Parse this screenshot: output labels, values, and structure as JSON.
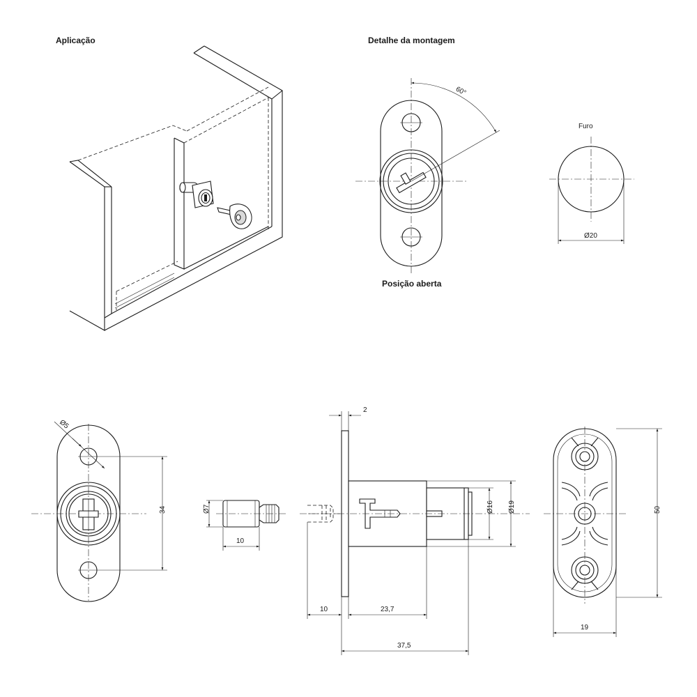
{
  "headings": {
    "application": "Aplicação",
    "assembly_detail": "Detalhe da montagem",
    "open_position": "Posição aberta"
  },
  "hole": {
    "label": "Furo",
    "diameter": "Ø20"
  },
  "angle_label": "60°",
  "front_view": {
    "hole_diameter": "Ø5",
    "height": "34"
  },
  "pin_view": {
    "diameter": "Ø7",
    "length": "10"
  },
  "side_view": {
    "flange_thickness": "2",
    "inner_diameter": "Ø16",
    "outer_diameter": "Ø19",
    "front_length": "10",
    "body_length": "23,7",
    "total_length": "37,5"
  },
  "back_view": {
    "height": "50",
    "width": "19"
  }
}
